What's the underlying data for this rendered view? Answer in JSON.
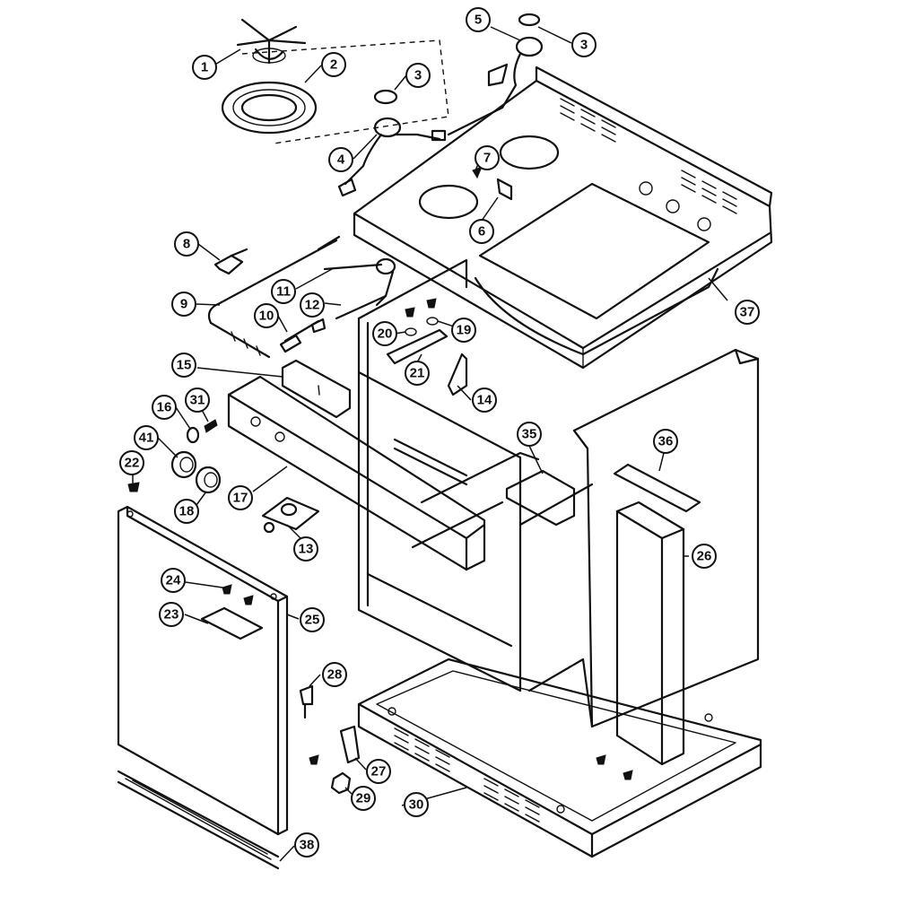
{
  "callouts": [
    "1",
    "2",
    "3",
    "3",
    "4",
    "5",
    "6",
    "7",
    "8",
    "9",
    "10",
    "11",
    "12",
    "13",
    "14",
    "15",
    "16",
    "17",
    "18",
    "19",
    "20",
    "21",
    "22",
    "23",
    "24",
    "25",
    "26",
    "27",
    "28",
    "29",
    "30",
    "31",
    "35",
    "36",
    "37",
    "38",
    "41"
  ]
}
